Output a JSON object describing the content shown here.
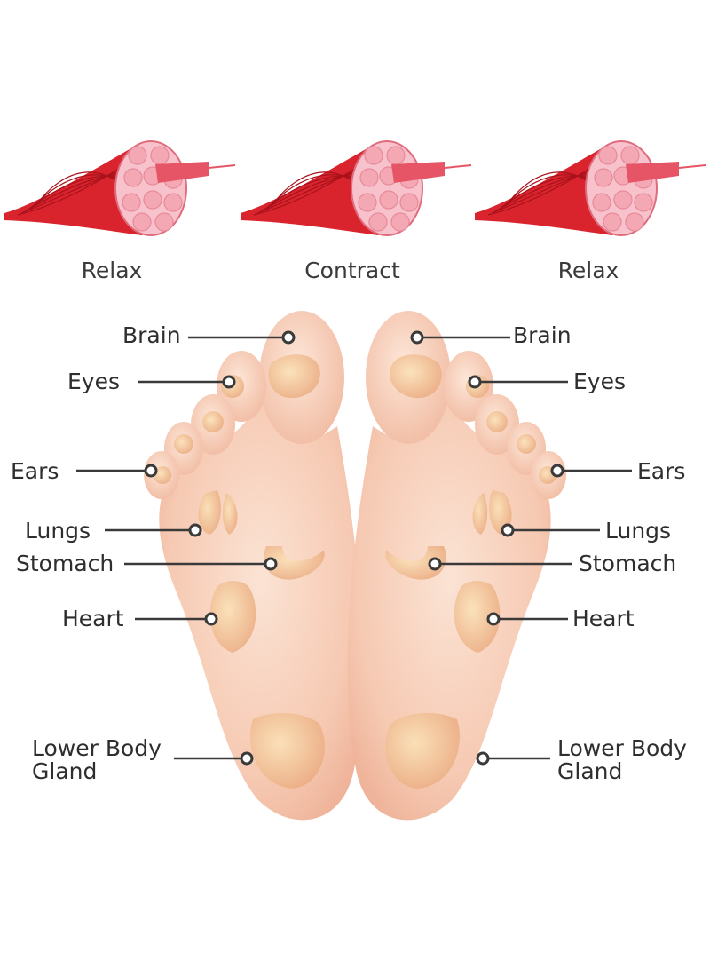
{
  "muscle_states": [
    "Relax",
    "Contract",
    "Relax"
  ],
  "left_foot_labels": [
    {
      "id": "brain",
      "text": "Brain"
    },
    {
      "id": "eyes",
      "text": "Eyes"
    },
    {
      "id": "ears",
      "text": "Ears"
    },
    {
      "id": "lungs",
      "text": "Lungs"
    },
    {
      "id": "stomach",
      "text": "Stomach"
    },
    {
      "id": "heart",
      "text": "Heart"
    },
    {
      "id": "lower-body-gland",
      "text": "Lower Body\nGland"
    }
  ],
  "right_foot_labels": [
    {
      "id": "brain",
      "text": "Brain"
    },
    {
      "id": "eyes",
      "text": "Eyes"
    },
    {
      "id": "ears",
      "text": "Ears"
    },
    {
      "id": "lungs",
      "text": "Lungs"
    },
    {
      "id": "stomach",
      "text": "Stomach"
    },
    {
      "id": "heart",
      "text": "Heart"
    },
    {
      "id": "lower-body-gland",
      "text": "Lower Body\nGland"
    }
  ],
  "colors": {
    "muscle": "#d9232d",
    "muscle_dark": "#a8121b",
    "fascicle": "#f4a8b4",
    "skin": "#f6c7ae",
    "leader_line": "#3a3a3a"
  }
}
